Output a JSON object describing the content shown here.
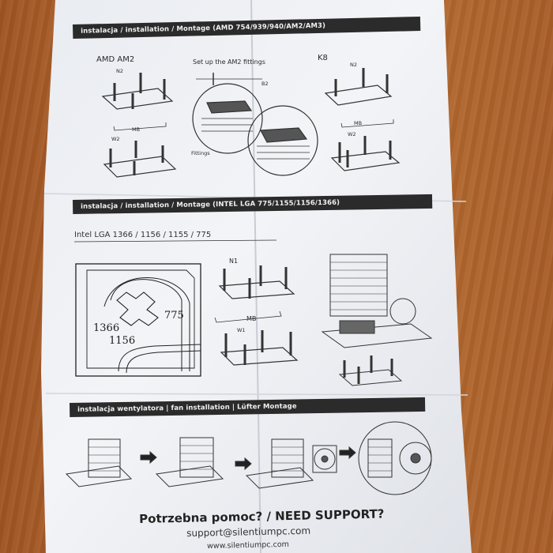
{
  "sections": {
    "amd": {
      "banner": "instalacja / installation / Montage (AMD 754/939/940/AM2/AM3)",
      "label_amd": "AMD AM2",
      "label_setup": "Set up the AM2 fittings",
      "label_k8": "K8",
      "label_n2_left": "N2",
      "label_n2_right": "N2",
      "label_b2": "B2",
      "label_mb_left": "MB",
      "label_mb_right": "MB",
      "label_w2_left": "W2",
      "label_w2_right": "W2",
      "label_fittings": "Fittings"
    },
    "intel": {
      "banner": "instalacja / installation / Montage (INTEL LGA 775/1155/1156/1366)",
      "subtitle": "Intel LGA 1366 / 1156 / 1155 / 775",
      "socket_775": "775",
      "socket_1366": "1366",
      "socket_1156": "1156",
      "label_n1": "N1",
      "label_mb": "MB",
      "label_w1": "W1"
    },
    "fan": {
      "banner": "instalacja wentylatora | fan installation | Lüfter Montage"
    }
  },
  "support": {
    "title": "Potrzebna pomoc? / NEED SUPPORT?",
    "email": "support@silentiumpc.com",
    "web": "www.silentiumpc.com"
  },
  "colors": {
    "paper": "#eef0f4",
    "ink": "#2b2b2b",
    "wood": "#b5652b"
  }
}
